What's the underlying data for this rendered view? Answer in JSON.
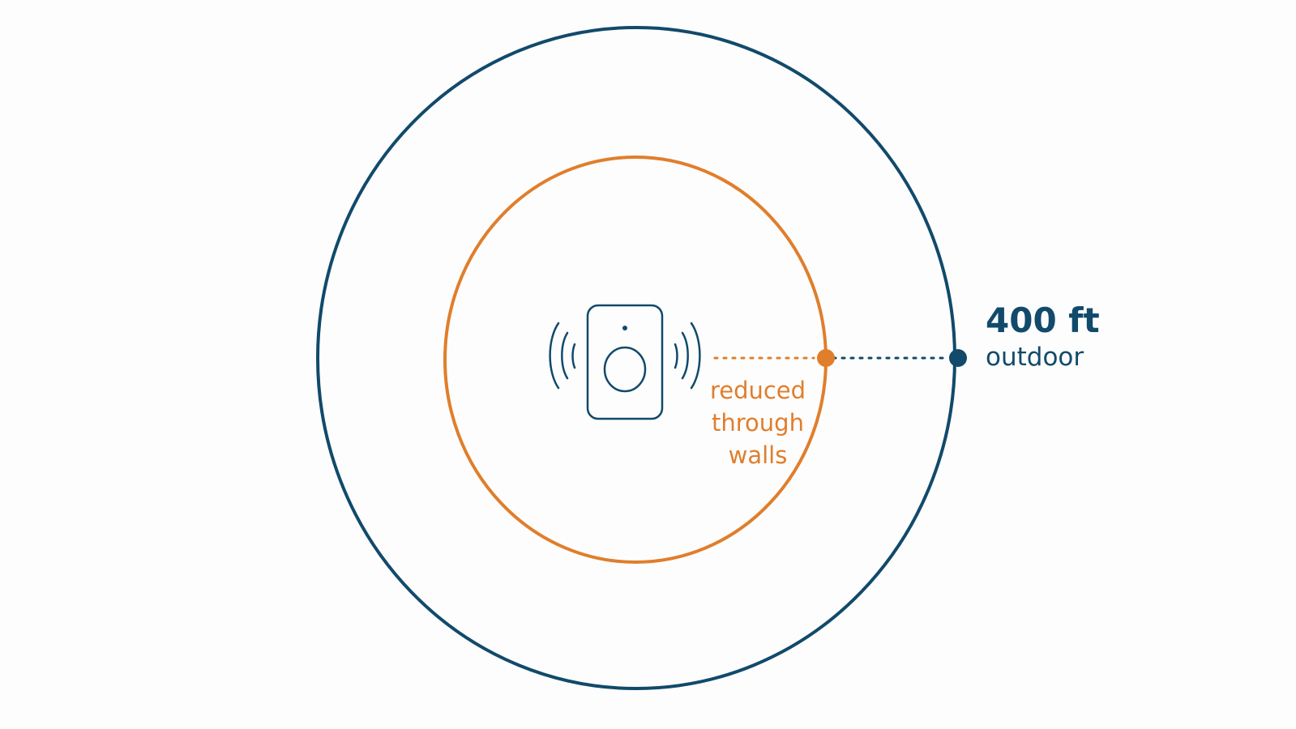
{
  "colors": {
    "outdoor": "#114a6b",
    "indoor": "#e07e2c",
    "background": "#fdfdfd"
  },
  "device": {
    "icon": "wireless-doorbell-icon",
    "signal_icon": "signal-waves-icon"
  },
  "outdoor_range": {
    "value": "400 ft",
    "label": "outdoor"
  },
  "indoor_range": {
    "lines": [
      "reduced",
      "through",
      "walls"
    ]
  }
}
